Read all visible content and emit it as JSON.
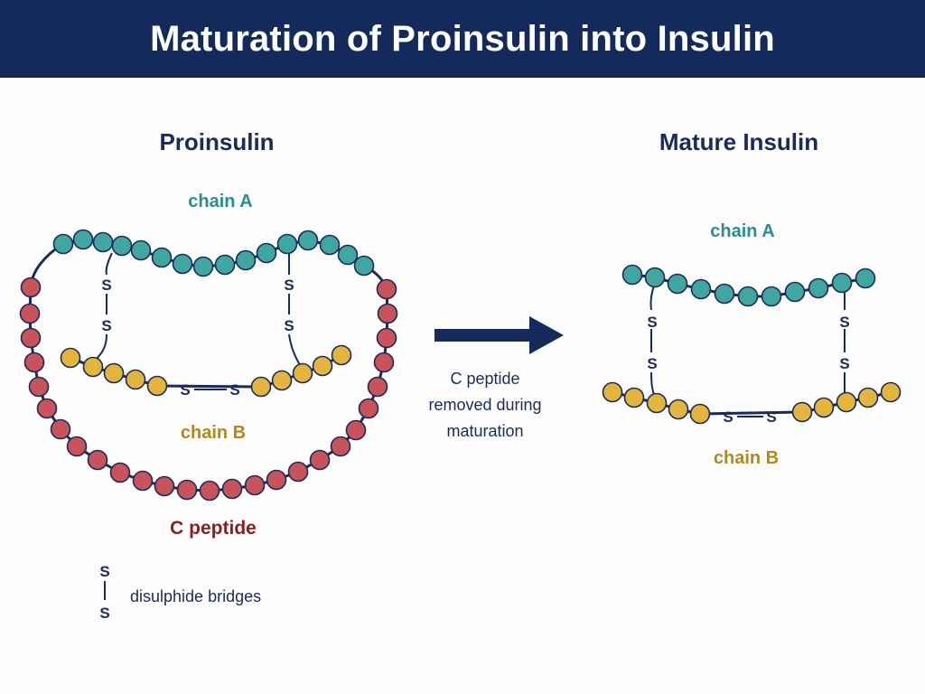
{
  "title": "Maturation of Proinsulin into Insulin",
  "proinsulin": {
    "heading": "Proinsulin",
    "chain_a_label": "chain A",
    "chain_b_label": "chain B",
    "c_peptide_label": "C peptide",
    "bridge_atoms": [
      "S",
      "S",
      "S",
      "S",
      "S",
      "S"
    ]
  },
  "mature": {
    "heading": "Mature Insulin",
    "chain_a_label": "chain A",
    "chain_b_label": "chain B",
    "bridge_atoms": [
      "S",
      "S",
      "S",
      "S",
      "S",
      "S"
    ]
  },
  "arrow_caption": [
    "C peptide",
    "removed during",
    "maturation"
  ],
  "legend": {
    "top_atom": "S",
    "bottom_atom": "S",
    "text": "disulphide bridges"
  },
  "colors": {
    "title_bg": "#132a5a",
    "chain_a": "#3fa6a0",
    "chain_b": "#e3b53c",
    "c_peptide": "#c8535a",
    "navy": "#1a2a5c"
  }
}
